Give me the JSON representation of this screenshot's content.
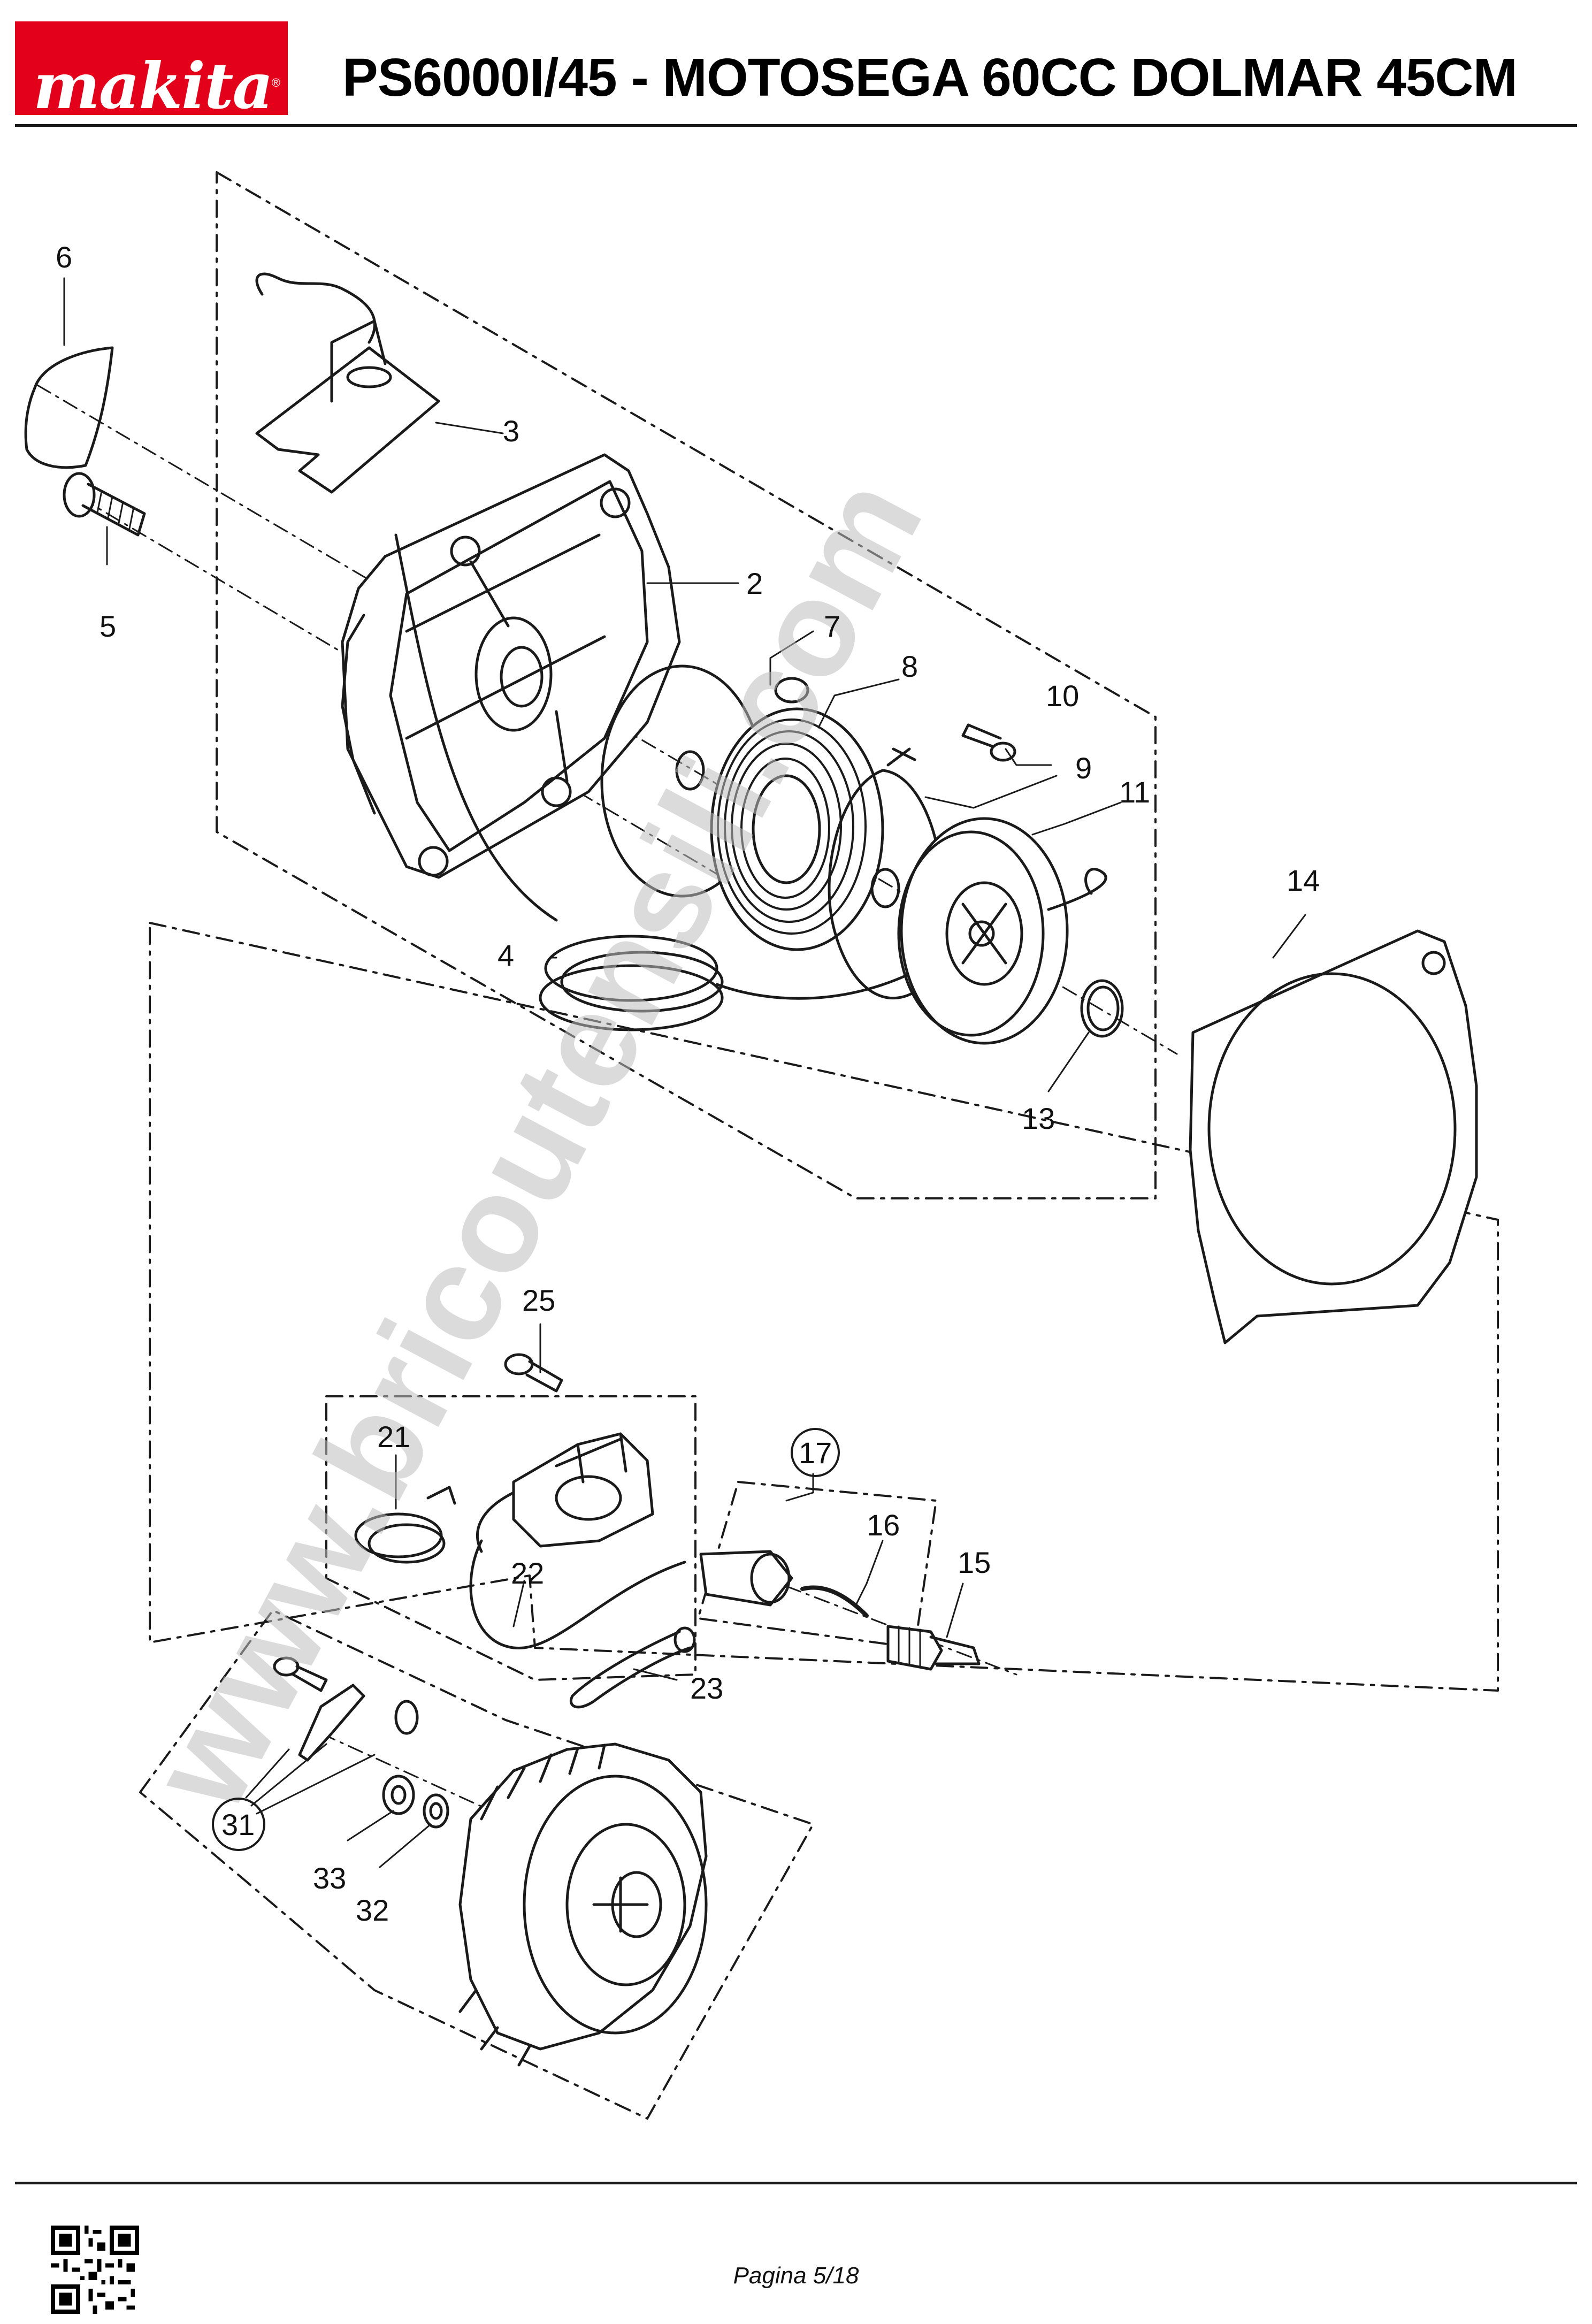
{
  "header": {
    "brand": "makita",
    "title": "PS6000I/45 - MOTOSEGA 60CC DOLMAR 45CM"
  },
  "watermark": "www.bricoutensili.com",
  "callouts": [
    "6",
    "3",
    "5",
    "2",
    "7",
    "8",
    "10",
    "9",
    "11",
    "14",
    "4",
    "13",
    "25",
    "17",
    "21",
    "16",
    "15",
    "22",
    "23",
    "31",
    "33",
    "32"
  ],
  "footer": {
    "page": "Pagina 5/18"
  },
  "colors": {
    "brand_red": "#e3001b",
    "line": "#1a1a1a",
    "watermark": "#bdbdbd"
  }
}
